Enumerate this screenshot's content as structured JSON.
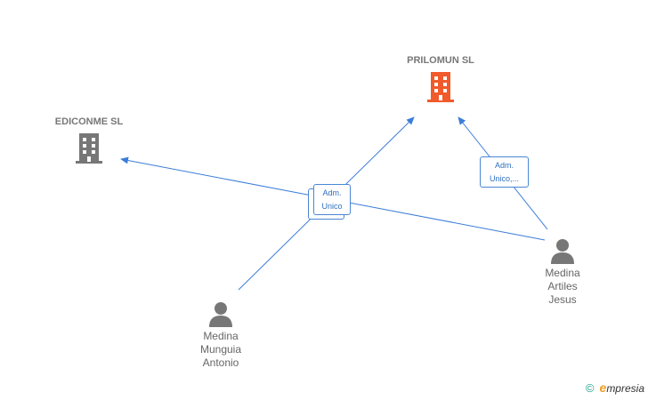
{
  "companies": {
    "prilomun": {
      "name": "PRILOMUN SL",
      "icon": "building-icon",
      "color": "#f15a2a"
    },
    "ediconme": {
      "name": "EDICONME SL",
      "icon": "building-icon",
      "color": "#777777"
    }
  },
  "persons": {
    "medina_munguia": {
      "name_lines": [
        "Medina",
        "Munguia",
        "Antonio"
      ],
      "icon": "person-icon",
      "color": "#777777"
    },
    "medina_artiles": {
      "name_lines": [
        "Medina",
        "Artiles",
        "Jesus"
      ],
      "icon": "person-icon",
      "color": "#777777"
    }
  },
  "relations": [
    {
      "from": "medina_munguia",
      "to": "prilomun",
      "label_lines": [
        "Adm.",
        "Unico"
      ]
    },
    {
      "from": "medina_artiles",
      "to": "ediconme",
      "label_lines": []
    },
    {
      "from": "medina_artiles",
      "to": "prilomun",
      "label_lines": [
        "Adm.",
        "Unico,..."
      ]
    }
  ],
  "edge_color": "#3b7dd8",
  "brand": {
    "copyright": "©",
    "initial": "e",
    "rest": "mpresia"
  }
}
